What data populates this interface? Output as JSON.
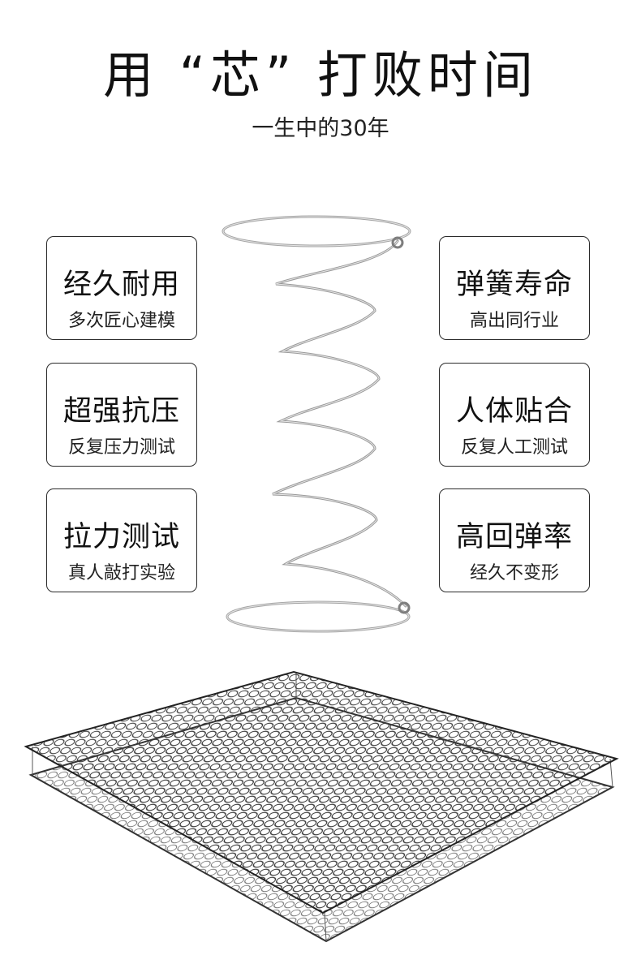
{
  "header": {
    "title": "用 “芯” 打败时间",
    "subtitle": "一生中的30年"
  },
  "features": [
    {
      "title": "经久耐用",
      "subtitle": "多次匠心建模"
    },
    {
      "title": "超强抗压",
      "subtitle": "反复压力测试"
    },
    {
      "title": "拉力测试",
      "subtitle": "真人敲打实验"
    },
    {
      "title": "弹簧寿命",
      "subtitle": "高出同行业"
    },
    {
      "title": "人体贴合",
      "subtitle": "反复人工测试"
    },
    {
      "title": "高回弹率",
      "subtitle": "经久不变形"
    }
  ],
  "colors": {
    "text": "#111111",
    "border": "#2a2a2a",
    "metal": "#9a9a9a"
  }
}
